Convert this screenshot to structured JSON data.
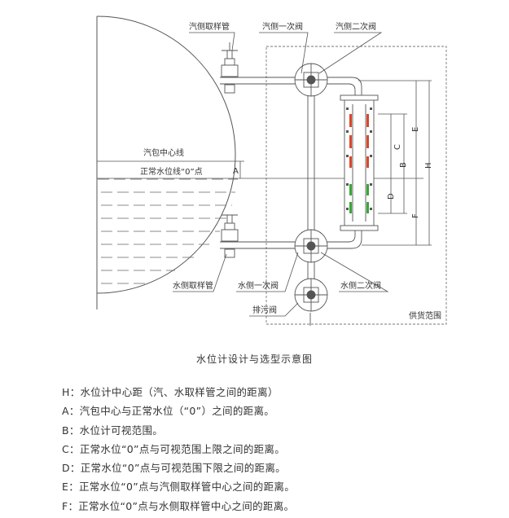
{
  "diagram": {
    "labels": {
      "steam_sampling_pipe": "汽侧取样管",
      "steam_primary_valve": "汽侧一次阀",
      "steam_secondary_valve": "汽侧二次阀",
      "drum_centerline": "汽包中心线",
      "normal_water_level": "正常水位线“0”点",
      "water_sampling_pipe": "水侧取样管",
      "water_primary_valve": "水侧一次阀",
      "water_secondary_valve": "水侧二次阀",
      "drain_valve": "排污阀",
      "supply_scope": "供货范围",
      "dim_A": "A",
      "dim_B": "B",
      "dim_C": "C",
      "dim_D": "D",
      "dim_E": "E",
      "dim_F": "F",
      "dim_H": "H"
    },
    "colors": {
      "line": "#555555",
      "red_indicator": "#d9472b",
      "green_indicator": "#3aa636"
    }
  },
  "caption": "水位计设计与选型示意图",
  "definitions": [
    "H：水位计中心距（汽、水取样管之间的距离）",
    "A：汽包中心与正常水位（“0”）之间的距离。",
    "B：水位计可视范围。",
    "C：正常水位“0”点与可视范围上限之间的距离。",
    "D：正常水位“0”点与可视范围下限之间的距离。",
    "E：正常水位“0”点与汽侧取样管中心之间的距离。",
    "F：正常水位“0”点与水侧取样管中心之间的距离。"
  ]
}
